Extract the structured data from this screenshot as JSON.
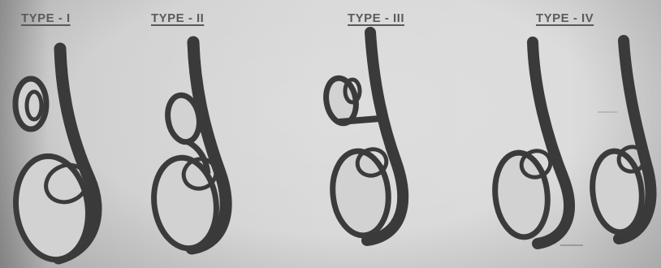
{
  "labels": {
    "type1": "TYPE - I",
    "type2": "TYPE - II",
    "type3": "TYPE - III",
    "type4": "TYPE - IV"
  },
  "colors": {
    "background": "#d9d9d9",
    "ink": "#3b3b3b",
    "label_text": "#5a5a5a"
  }
}
